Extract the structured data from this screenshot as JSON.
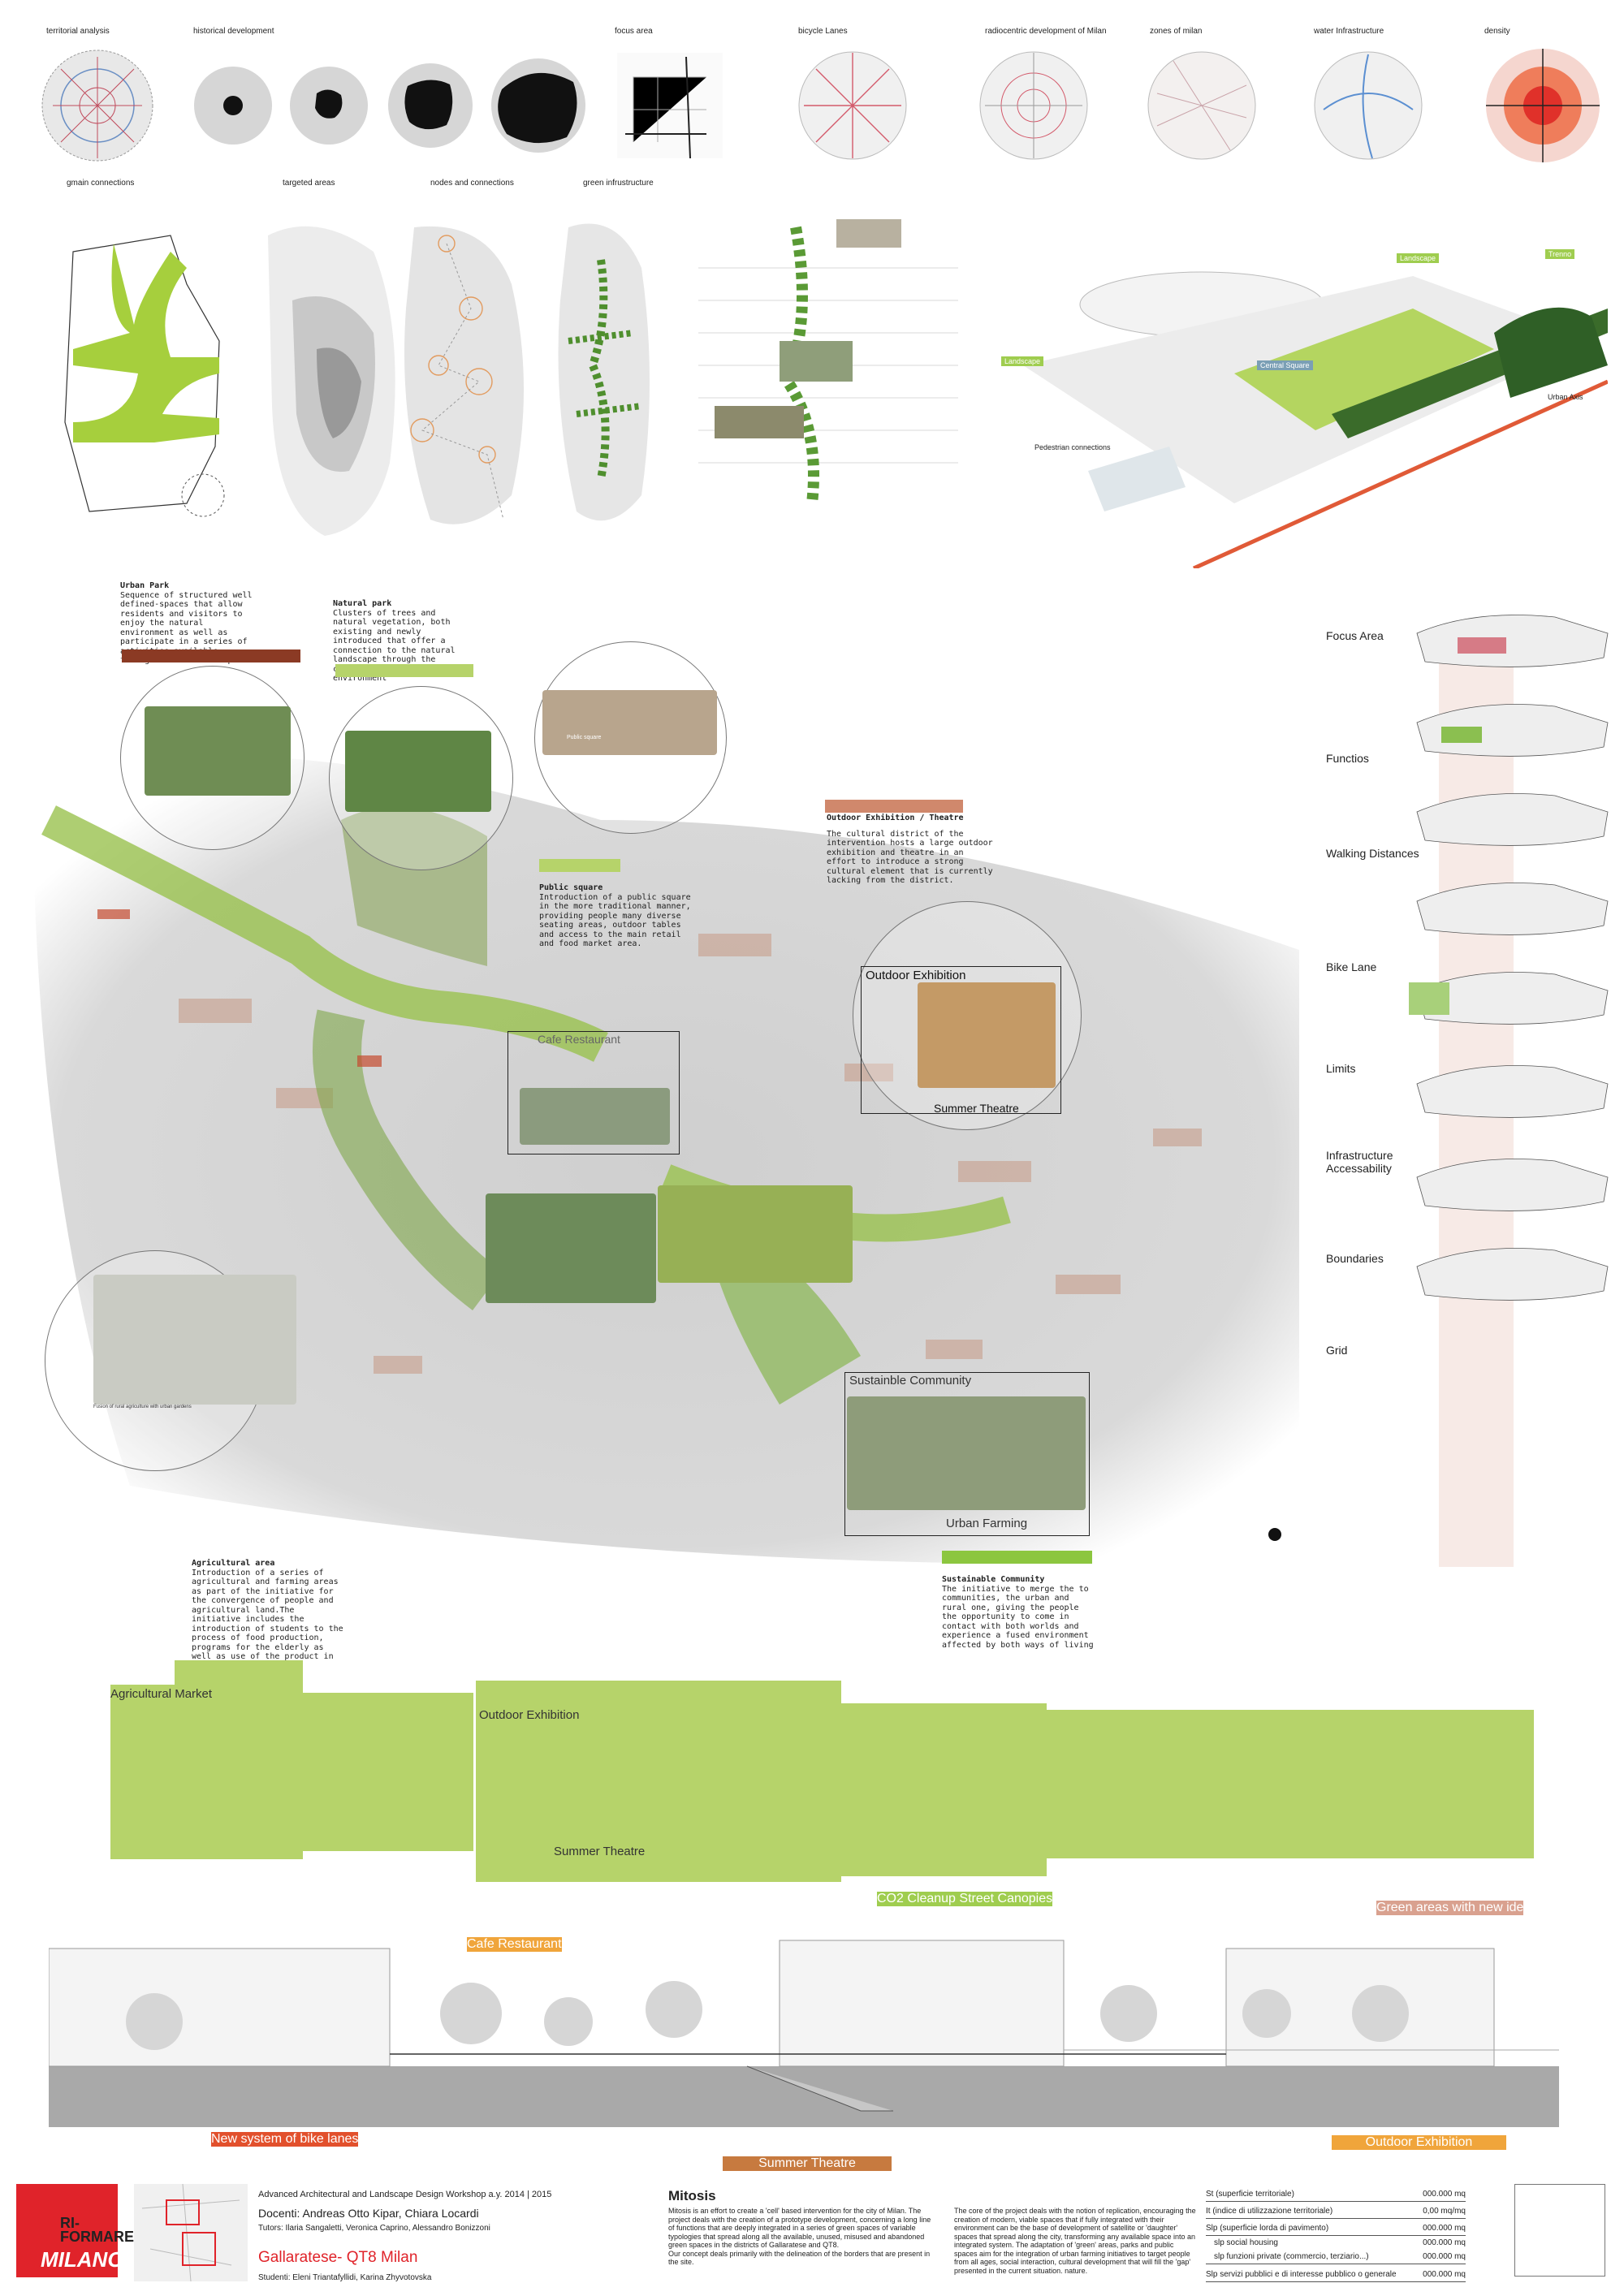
{
  "top_maps": {
    "territorial": "territorial analysis",
    "historical": "historical development",
    "focus": "focus area",
    "bicycle": "bicycle Lanes",
    "radiocentric": "radiocentric development of Milan",
    "zones": "zones of milan",
    "water": "water Infrastructure",
    "density": "density"
  },
  "diagrams": {
    "gmain": "gmain connections",
    "targeted": "targeted areas",
    "nodes": "nodes and connections",
    "green": "green infrustructure"
  },
  "axon": {
    "landscape_top": "Landscape",
    "trenno": "Trenno",
    "landscape_left": "Landscape",
    "central_square": "Central Square",
    "urban_axis": "Urban Axis",
    "pedestrian": "Pedestrian connections"
  },
  "annotations": {
    "urban_park_title": "Urban Park",
    "urban_park_text": "Sequence of structured well defined-spaces that allow residents and visitors to enjoy the natural environment as well as participate in a series of activities available throughout the linear park",
    "natural_park_title": "Natural park",
    "natural_park_text": "Clusters of trees and natural vegetation, both existing and newly introduced that offer a connection to the natural landscape through the currently detached built environment",
    "public_square_title": "Public square",
    "public_square_text": "Introduction of a public square in the more traditional manner, providing people many diverse seating areas, outdoor tables and access to the main retail and food market area.",
    "outdoor_title": "Outdoor Exhibition / Theatre",
    "outdoor_text": "The cultural district of the intervention hosts a large outdoor exhibition and theatre in an effort to introduce a strong cultural element that is currently lacking from the district.",
    "agri_title": "Agricultural area",
    "agri_text": "Introduction of a series of agricultural and farming areas as part of the initiative for the convergence of people and agricultural land.The initiative includes the introduction of students to the process of food production, programs for the elderly as well as use of the product in the local market.",
    "sust_title": "Sustainable Community",
    "sust_text": "The initiative to merge the to communities, the urban and rural one, giving the people the opportunity to come in contact with both worlds and experience a fused environment affected by both ways of living"
  },
  "plan_labels": {
    "cafe": "Cafe    Restaurant",
    "outdoor": "Outdoor Exhibition",
    "summer": "Summer Theatre",
    "sustainable": "Sustainble Community",
    "urban_farming": "Urban Farming",
    "fusion": "Fusion of rural agriculture with urban gardens",
    "public_square_caption": "Public square"
  },
  "side_panel": [
    "Focus  Area",
    "Functios",
    "Walking Distances",
    "Bike Lane",
    "Limits",
    "Infrastructure\nAccessability",
    "Boundaries",
    "Grid"
  ],
  "section_labels": {
    "agri_market": "Agricultural Market",
    "outdoor": "Outdoor Exhibition",
    "summer": "Summer Theatre"
  },
  "elevation_tags": {
    "cafe": "Cafe    Restaurant",
    "co2": "CO2 Cleanup Street Canopies",
    "green_areas": "Green areas with new ide",
    "bike": "New system of bike lanes",
    "summer": "Summer Theatre",
    "outdoor": "Outdoor Exhibition"
  },
  "footer": {
    "logo_line1": "RI-",
    "logo_line2": "FORMARE",
    "logo_line3": "MILANO",
    "workshop": "Advanced Architectural and Landscape Design Workshop a.y. 2014 | 2015",
    "docenti": "Docenti: Andreas Otto Kipar, Chiara Locardi",
    "tutors": "Tutors: Ilaria Sangaletti, Veronica Caprino, Alessandro Bonizzoni",
    "project_title": "Gallaratese- QT8 Milan",
    "students": "Studenti: Eleni Triantafyllidi, Karina Zhyvotovska",
    "mitosis_title": "Mitosis",
    "mitosis_text1": "Mitosis is an effort to create a 'cell' based intervention for the city of Milan. The project deals with the creation of a prototype development, concerning a long line of functions that are deeply integrated in a series of green spaces of variable typologies that spread along all the available, unused, misused and abandoned green spaces in the districts of Gallaratese and QT8.",
    "mitosis_text2": "Our concept deals primarily with the delineation of the borders that are present in the site.",
    "mitosis_text3": "The core of the project deals with the notion of replication, encouraging the creation of modern, viable spaces that if fully integrated with their environment can be the base of development of satellite or 'daughter' spaces that spread along the city, transforming any available space into an integrated system. The adaptation of 'green' areas, parks and public spaces aim for the integration of urban farming initiatives to target people from all ages, social interaction, cultural development that will fill the 'gap' presented in the current situation. nature.",
    "table": [
      {
        "label": "St (superficie territoriale)",
        "value": "000.000 mq"
      },
      {
        "label": "It (indice di utilizzazione territoriale)",
        "value": "0,00 mq/mq"
      },
      {
        "label": "Slp (superficie lorda di pavimento)",
        "value": "000.000 mq"
      },
      {
        "label": "slp social housing",
        "value": "000.000 mq"
      },
      {
        "label": "slp funzioni private (commercio, terziario...)",
        "value": "000.000 mq"
      },
      {
        "label": "Slp servizi pubblici e di interesse pubblico o generale",
        "value": "000.000 mq"
      }
    ]
  },
  "colors": {
    "lime": "#9fcd3a",
    "section_green": "#b6d36a",
    "orange": "#f0a53b",
    "red_logo": "#e0232a",
    "brown_bar": "#8b3a24"
  }
}
